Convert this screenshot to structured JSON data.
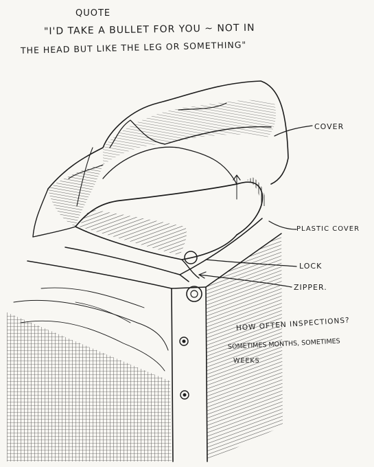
{
  "sketch": {
    "title": "QUOTE",
    "quote_line1": "\"I'D TAKE A BULLET FOR YOU ~ NOT IN",
    "quote_line2": "THE HEAD BUT LIKE THE LEG OR SOMETHING\"",
    "labels": {
      "cover": "COVER",
      "plastic_cover": "PLASTIC COVER",
      "lock": "LOCK",
      "zipper": "ZIPPER."
    },
    "question": "HOW OFTEN INSPECTIONS?",
    "answer_line1": "SOMETIMES MONTHS, SOMETIMES",
    "answer_line2": "WEEKS",
    "ink_color": "#1c1c1c",
    "paper_color": "#f8f7f3"
  }
}
